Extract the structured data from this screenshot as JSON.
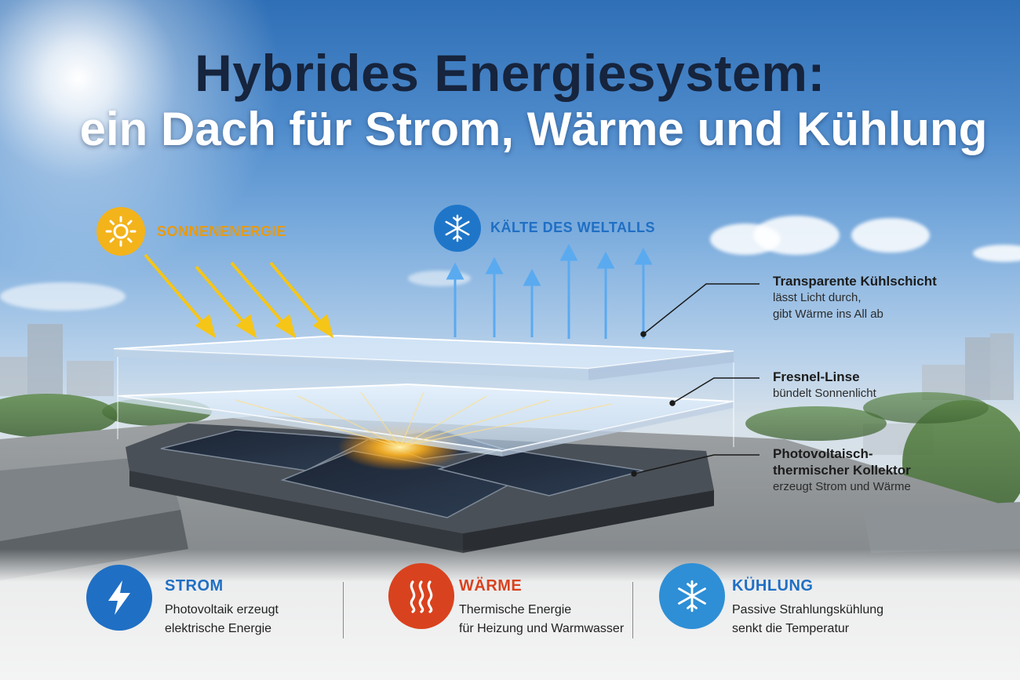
{
  "title": {
    "line1": "Hybrides Energiesystem:",
    "line2": "ein Dach für Strom, Wärme und Kühlung"
  },
  "sources": {
    "sun_label": "SONNENENERGIE",
    "space_label": "KÄLTE DES WELTALLS"
  },
  "layers": [
    {
      "title": "Transparente Kühlschicht",
      "lines": [
        "lässt Licht durch,",
        "gibt Wärme ins All ab"
      ]
    },
    {
      "title": "Fresnel-Linse",
      "lines": [
        "bündelt Sonnenlicht"
      ]
    },
    {
      "title_lines": [
        "Photovoltaisch-",
        "thermischer Kollektor"
      ],
      "lines": [
        "erzeugt Strom und Wärme"
      ]
    }
  ],
  "features": [
    {
      "title": "STROM",
      "lines": [
        "Photovoltaik erzeugt",
        "elektrische Energie"
      ],
      "color": "#1f6fc4",
      "icon": "lightning-icon"
    },
    {
      "title": "WÄRME",
      "lines": [
        "Thermische Energie",
        "für Heizung und Warmwasser"
      ],
      "color": "#d9421e",
      "icon": "heat-waves-icon"
    },
    {
      "title": "KÜHLUNG",
      "lines": [
        "Passive Strahlungskühlung",
        "senkt die Temperatur"
      ],
      "color": "#1f6fc4",
      "icon": "snowflake-icon"
    }
  ],
  "colors": {
    "sun": "#f3b31b",
    "cold": "#1f76c9",
    "heat": "#d9421e",
    "arrow_sun": "#f5c518",
    "arrow_cold": "#5aaaf0"
  }
}
